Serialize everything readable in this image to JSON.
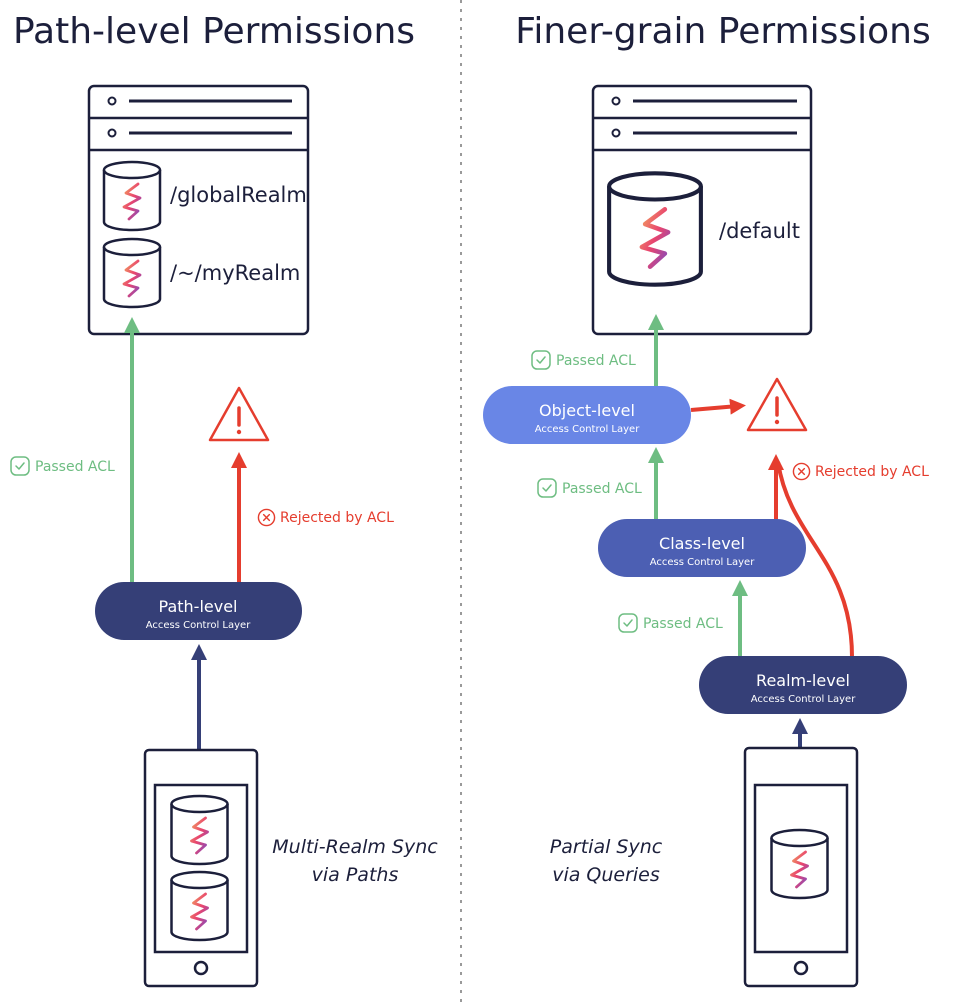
{
  "left": {
    "title": "Path-level Permissions",
    "server": {
      "realms": [
        "/globalRealm",
        "/~/myRealm"
      ]
    },
    "passed_label": "Passed ACL",
    "rejected_label": "Rejected by ACL",
    "layer": {
      "title": "Path-level",
      "subtitle": "Access Control Layer"
    },
    "caption": [
      "Multi-Realm Sync",
      "via Paths"
    ]
  },
  "right": {
    "title": "Finer-grain Permissions",
    "server": {
      "realm": "/default"
    },
    "passed_label": "Passed ACL",
    "rejected_label": "Rejected by ACL",
    "layers": {
      "object": {
        "title": "Object-level",
        "subtitle": "Access Control Layer"
      },
      "class": {
        "title": "Class-level",
        "subtitle": "Access Control Layer"
      },
      "realm": {
        "title": "Realm-level",
        "subtitle": "Access Control Layer"
      }
    },
    "caption": [
      "Partial Sync",
      "via Queries"
    ]
  },
  "colors": {
    "ink": "#1c1f3b",
    "pass": "#6ebd82",
    "reject": "#e53d2e",
    "dark_navy": "#353f77",
    "mid_blue": "#4c5fb3",
    "light_blue": "#6986e6"
  },
  "icons": [
    "database-icon",
    "realm-logo-icon",
    "warning-icon",
    "check-icon",
    "x-circle-icon",
    "phone-icon",
    "server-icon"
  ]
}
